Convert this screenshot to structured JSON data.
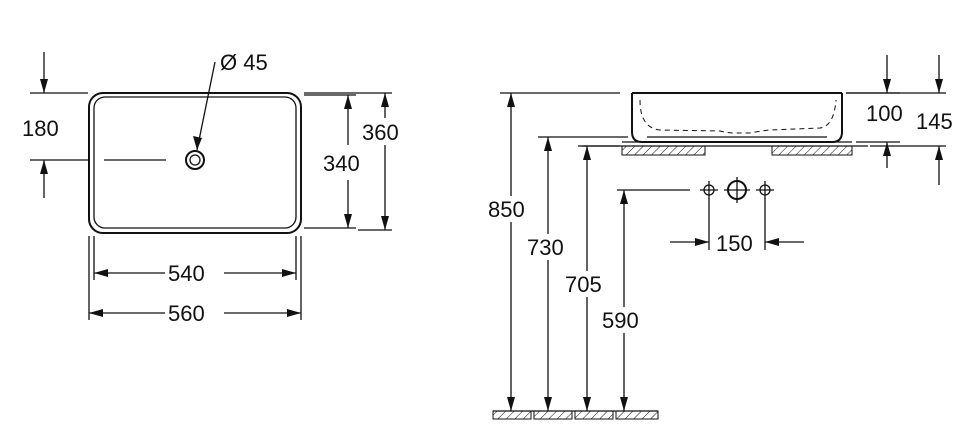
{
  "top_view": {
    "drain_label": "Ø 45",
    "dim_180": "180",
    "dim_360": "360",
    "dim_340": "340",
    "dim_540": "540",
    "dim_560": "560"
  },
  "side_view": {
    "dim_850": "850",
    "dim_730": "730",
    "dim_705": "705",
    "dim_590": "590",
    "dim_150": "150",
    "dim_100": "100",
    "dim_145": "145"
  }
}
